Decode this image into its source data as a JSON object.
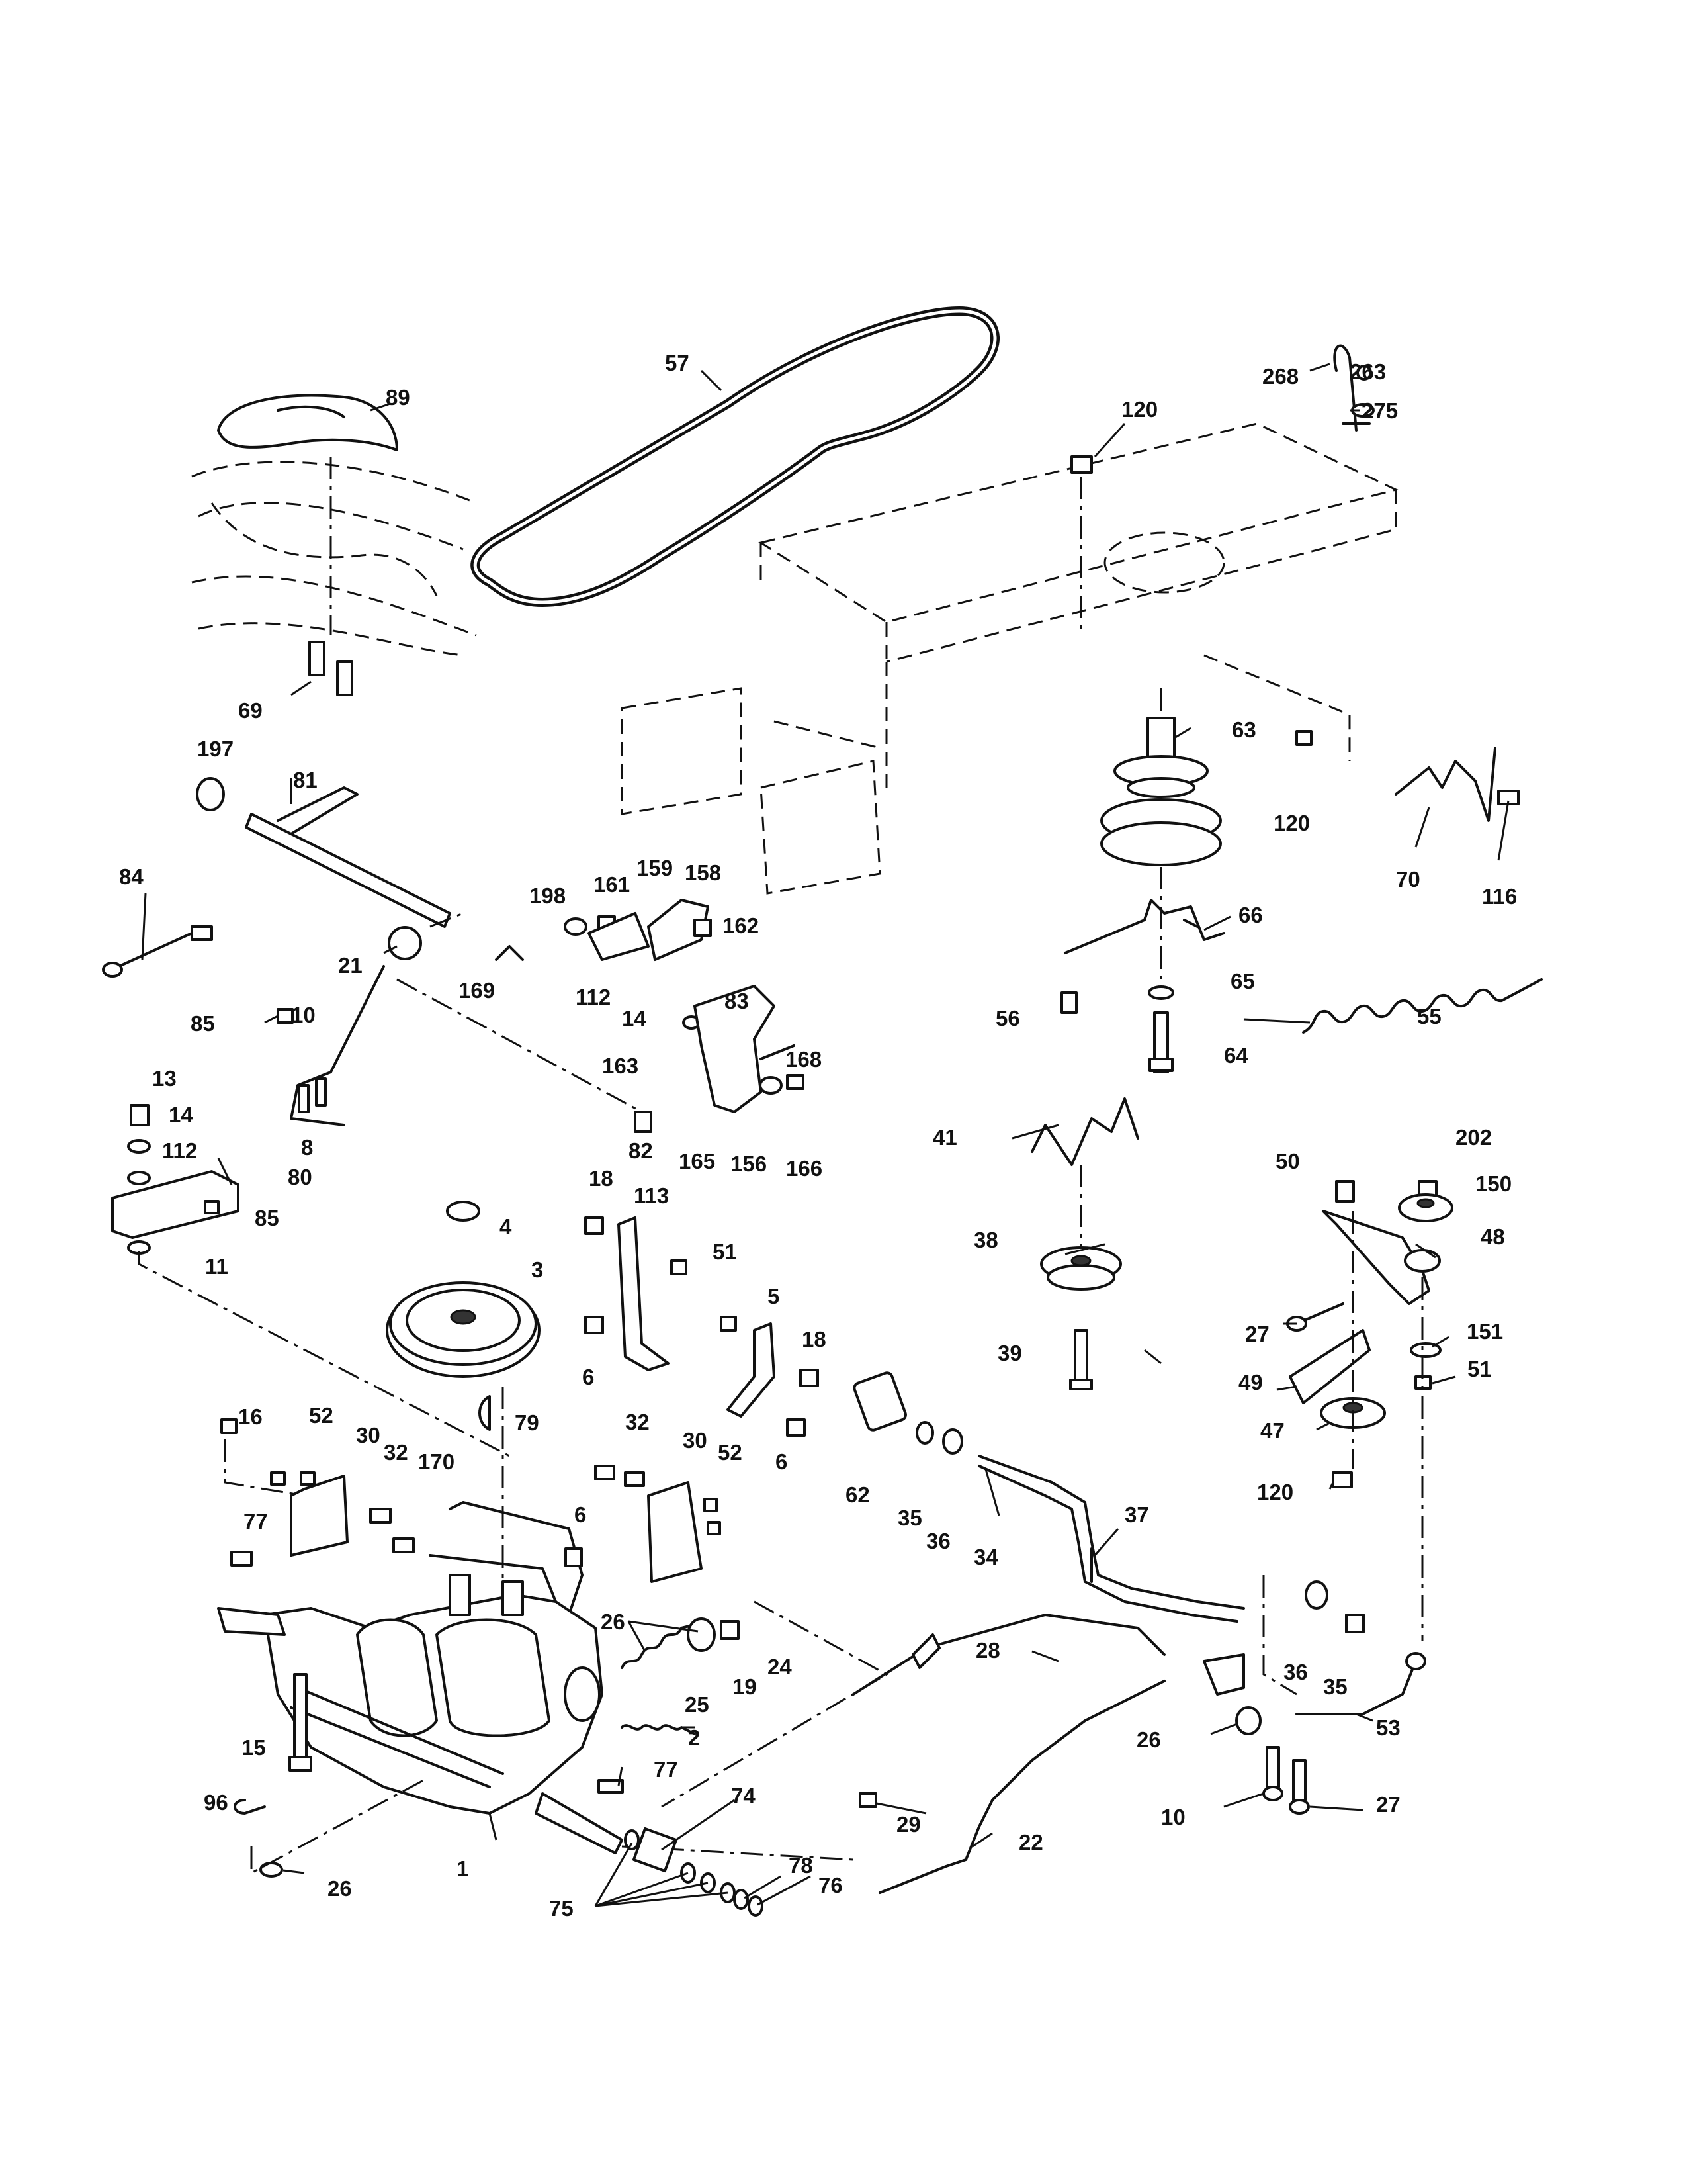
{
  "callouts": [
    {
      "id": "c57",
      "text": "57"
    },
    {
      "id": "c89",
      "text": "89"
    },
    {
      "id": "c69",
      "text": "69"
    },
    {
      "id": "c120a",
      "text": "120"
    },
    {
      "id": "c268",
      "text": "268"
    },
    {
      "id": "c263",
      "text": "263"
    },
    {
      "id": "c275",
      "text": "275"
    },
    {
      "id": "c197",
      "text": "197"
    },
    {
      "id": "c81",
      "text": "81"
    },
    {
      "id": "c63",
      "text": "63"
    },
    {
      "id": "c120b",
      "text": "120"
    },
    {
      "id": "c70",
      "text": "70"
    },
    {
      "id": "c116",
      "text": "116"
    },
    {
      "id": "c84",
      "text": "84"
    },
    {
      "id": "c198",
      "text": "198"
    },
    {
      "id": "c161",
      "text": "161"
    },
    {
      "id": "c159",
      "text": "159"
    },
    {
      "id": "c158",
      "text": "158"
    },
    {
      "id": "c162",
      "text": "162"
    },
    {
      "id": "c66",
      "text": "66"
    },
    {
      "id": "c21",
      "text": "21"
    },
    {
      "id": "c85a",
      "text": "85"
    },
    {
      "id": "c169",
      "text": "169"
    },
    {
      "id": "c112a",
      "text": "112"
    },
    {
      "id": "c14a",
      "text": "14"
    },
    {
      "id": "c83",
      "text": "83"
    },
    {
      "id": "c10a",
      "text": "10"
    },
    {
      "id": "c56",
      "text": "56"
    },
    {
      "id": "c65",
      "text": "65"
    },
    {
      "id": "c64",
      "text": "64"
    },
    {
      "id": "c55",
      "text": "55"
    },
    {
      "id": "c13",
      "text": "13"
    },
    {
      "id": "c163",
      "text": "163"
    },
    {
      "id": "c168",
      "text": "168"
    },
    {
      "id": "c14b",
      "text": "14"
    },
    {
      "id": "c112b",
      "text": "112"
    },
    {
      "id": "c41",
      "text": "41"
    },
    {
      "id": "c80",
      "text": "80"
    },
    {
      "id": "c8",
      "text": "8"
    },
    {
      "id": "c82",
      "text": "82"
    },
    {
      "id": "c165",
      "text": "165"
    },
    {
      "id": "c156",
      "text": "156"
    },
    {
      "id": "c166",
      "text": "166"
    },
    {
      "id": "c50",
      "text": "50"
    },
    {
      "id": "c202",
      "text": "202"
    },
    {
      "id": "c85b",
      "text": "85"
    },
    {
      "id": "c18a",
      "text": "18"
    },
    {
      "id": "c113",
      "text": "113"
    },
    {
      "id": "c150",
      "text": "150"
    },
    {
      "id": "c4",
      "text": "4"
    },
    {
      "id": "c11",
      "text": "11"
    },
    {
      "id": "c3",
      "text": "3"
    },
    {
      "id": "c38",
      "text": "38"
    },
    {
      "id": "c48",
      "text": "48"
    },
    {
      "id": "c51a",
      "text": "51"
    },
    {
      "id": "c5",
      "text": "5"
    },
    {
      "id": "c27a",
      "text": "27"
    },
    {
      "id": "c151",
      "text": "151"
    },
    {
      "id": "c6a",
      "text": "6"
    },
    {
      "id": "c18b",
      "text": "18"
    },
    {
      "id": "c39",
      "text": "39"
    },
    {
      "id": "c51b",
      "text": "51"
    },
    {
      "id": "c49",
      "text": "49"
    },
    {
      "id": "c79",
      "text": "79"
    },
    {
      "id": "c16",
      "text": "16"
    },
    {
      "id": "c47",
      "text": "47"
    },
    {
      "id": "c52a",
      "text": "52"
    },
    {
      "id": "c32a",
      "text": "32"
    },
    {
      "id": "c30a",
      "text": "30"
    },
    {
      "id": "c32b",
      "text": "32"
    },
    {
      "id": "c6b",
      "text": "6"
    },
    {
      "id": "c30b",
      "text": "30"
    },
    {
      "id": "c52b",
      "text": "52"
    },
    {
      "id": "c170",
      "text": "170"
    },
    {
      "id": "c62",
      "text": "62"
    },
    {
      "id": "c35a",
      "text": "35"
    },
    {
      "id": "c36a",
      "text": "36"
    },
    {
      "id": "c34",
      "text": "34"
    },
    {
      "id": "c120c",
      "text": "120"
    },
    {
      "id": "c77a",
      "text": "77"
    },
    {
      "id": "c6c",
      "text": "6"
    },
    {
      "id": "c37",
      "text": "37"
    },
    {
      "id": "c26a",
      "text": "26"
    },
    {
      "id": "c24",
      "text": "24"
    },
    {
      "id": "c36b",
      "text": "36"
    },
    {
      "id": "c35b",
      "text": "35"
    },
    {
      "id": "c19",
      "text": "19"
    },
    {
      "id": "c28",
      "text": "28"
    },
    {
      "id": "c25",
      "text": "25"
    },
    {
      "id": "c53",
      "text": "53"
    },
    {
      "id": "c15",
      "text": "15"
    },
    {
      "id": "c2",
      "text": "2"
    },
    {
      "id": "c26b",
      "text": "26"
    },
    {
      "id": "c77b",
      "text": "77"
    },
    {
      "id": "c29",
      "text": "29"
    },
    {
      "id": "c96",
      "text": "96"
    },
    {
      "id": "c1",
      "text": "1"
    },
    {
      "id": "c74",
      "text": "74"
    },
    {
      "id": "c10b",
      "text": "10"
    },
    {
      "id": "c27b",
      "text": "27"
    },
    {
      "id": "c78",
      "text": "78"
    },
    {
      "id": "c22",
      "text": "22"
    },
    {
      "id": "c76",
      "text": "76"
    },
    {
      "id": "c26c",
      "text": "26"
    },
    {
      "id": "c75",
      "text": "75"
    }
  ]
}
